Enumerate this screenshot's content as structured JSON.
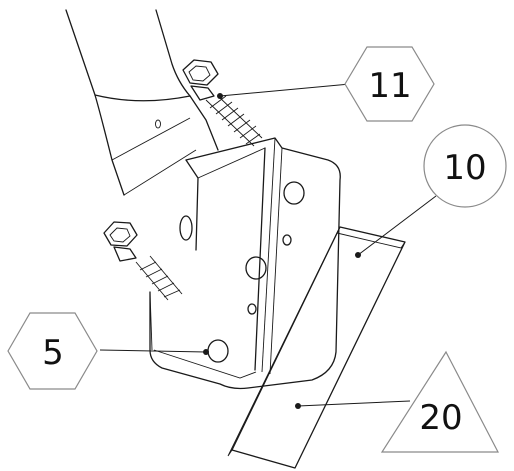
{
  "callouts": [
    {
      "label": "11",
      "shape": "hexagon"
    },
    {
      "label": "10",
      "shape": "circle"
    },
    {
      "label": "5",
      "shape": "hexagon"
    },
    {
      "label": "20",
      "shape": "triangle"
    }
  ],
  "colors": {
    "line": "#1a1a1a",
    "callout_outline": "#8a8a8a",
    "background": "#ffffff"
  }
}
